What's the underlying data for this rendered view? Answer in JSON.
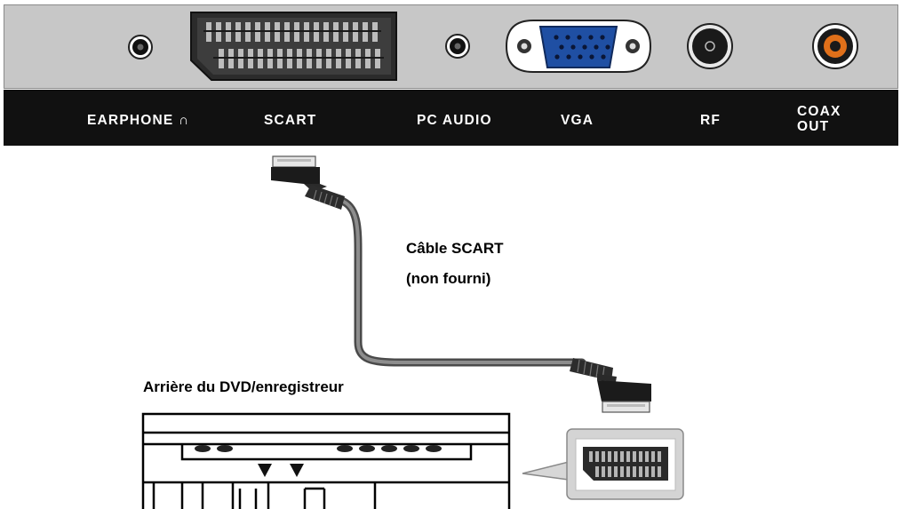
{
  "connector_labels": {
    "earphone": "EARPHONE ∩",
    "scart": "SCART",
    "pc_audio": "PC AUDIO",
    "vga": "VGA",
    "rf": "RF",
    "coax_line1": "COAX",
    "coax_line2": "OUT"
  },
  "cable_caption_line1": "Câble SCART",
  "cable_caption_line2": "(non fourni)",
  "device_caption": "Arrière du DVD/enregistreur",
  "colors": {
    "panel": "#c7c7c7",
    "label_bar": "#111111",
    "vga_blue": "#1f4fa3",
    "coax_orange": "#e0701a",
    "cable": "#6e6e6e"
  }
}
